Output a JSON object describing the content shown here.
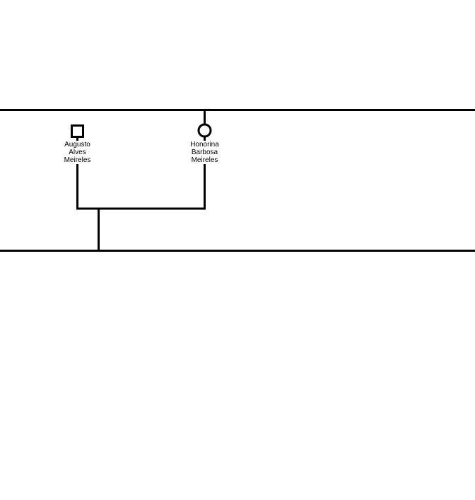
{
  "pedigree": {
    "line_color": "#000000",
    "background": "#ffffff",
    "people": [
      {
        "id": "augusto",
        "sex": "male",
        "symbol": "square",
        "name_lines": [
          "Augusto",
          "Alves",
          "Meireles"
        ]
      },
      {
        "id": "honorina",
        "sex": "female",
        "symbol": "circle",
        "name_lines": [
          "Honorina",
          "Barbosa",
          "Meireles"
        ]
      }
    ]
  }
}
